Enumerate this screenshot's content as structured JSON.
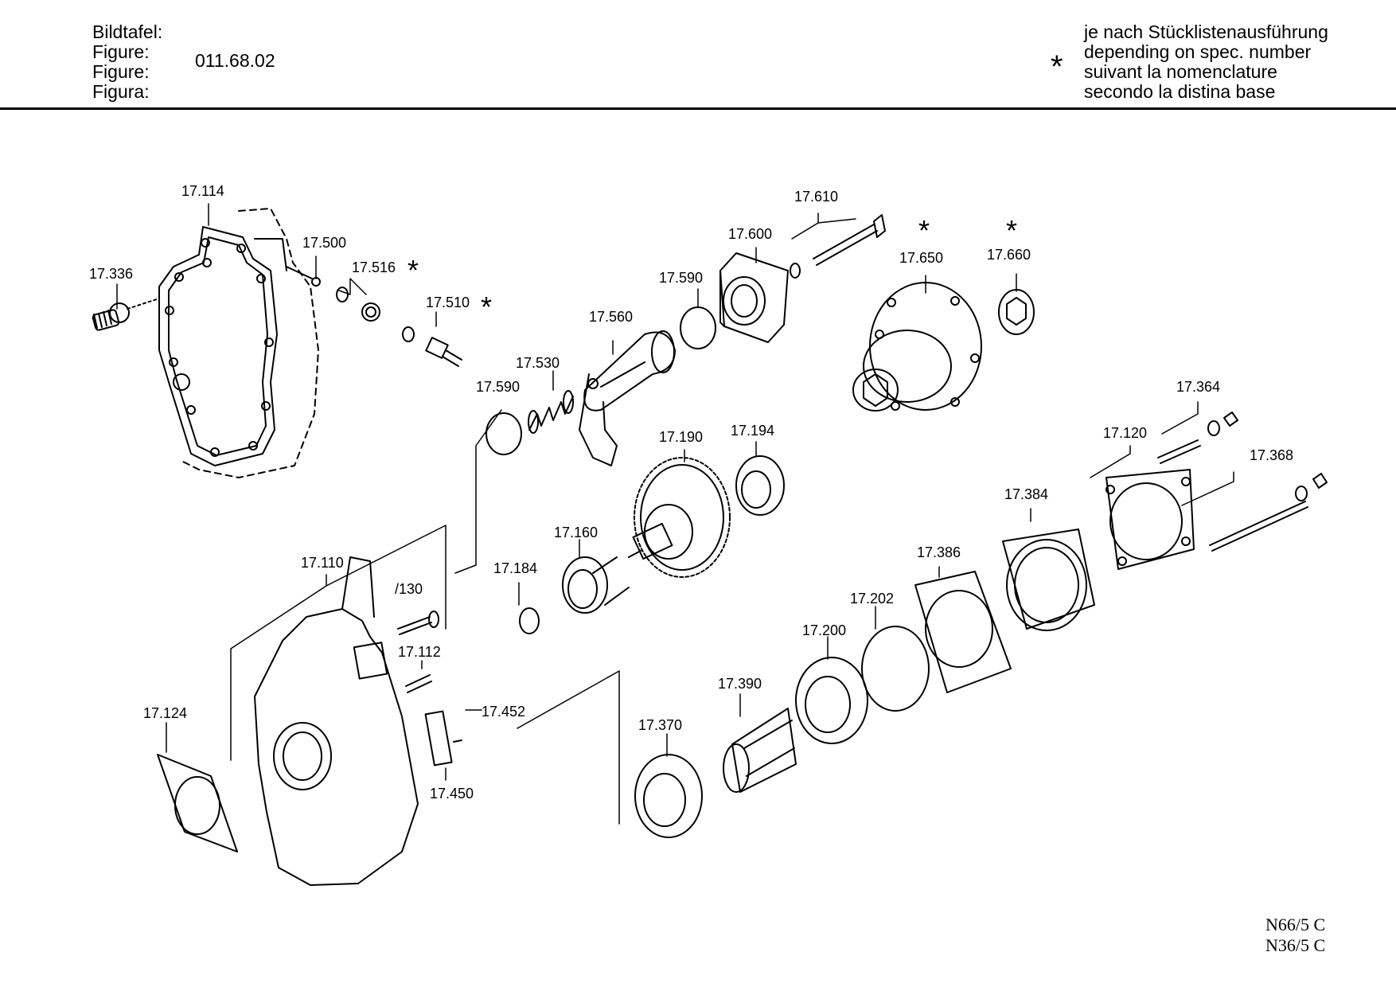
{
  "header": {
    "labels": [
      "Bildtafel:",
      "Figure:",
      "Figure:",
      "Figura:"
    ],
    "figure_number": "011.68.02",
    "note_lines": [
      "je nach Stücklistenausführung",
      "depending on spec. number",
      "suivant la nomenclature",
      "secondo la distina base"
    ],
    "note_symbol": "*"
  },
  "footer": {
    "refs": [
      "N66/5 C",
      "N36/5 C"
    ]
  },
  "parts": {
    "p17114": "17.114",
    "p17336": "17.336",
    "p17500": "17.500",
    "p17516": "17.516",
    "p17510": "17.510",
    "p17560": "17.560",
    "p17590a": "17.590",
    "p17600": "17.600",
    "p17610": "17.610",
    "p17650": "17.650",
    "p17660": "17.660",
    "p17530": "17.530",
    "p17590b": "17.590",
    "p17190": "17.190",
    "p17194": "17.194",
    "p17364": "17.364",
    "p17120": "17.120",
    "p17368": "17.368",
    "p17160": "17.160",
    "p17110": "17.110",
    "p17184": "17.184",
    "p130": "/130",
    "p17384": "17.384",
    "p17386": "17.386",
    "p17202": "17.202",
    "p17112": "17.112",
    "p17200": "17.200",
    "p17124": "17.124",
    "p17452": "17.452",
    "p17390": "17.390",
    "p17370": "17.370",
    "p17450": "17.450"
  },
  "stars": [
    "*",
    "*",
    "*",
    "*"
  ]
}
